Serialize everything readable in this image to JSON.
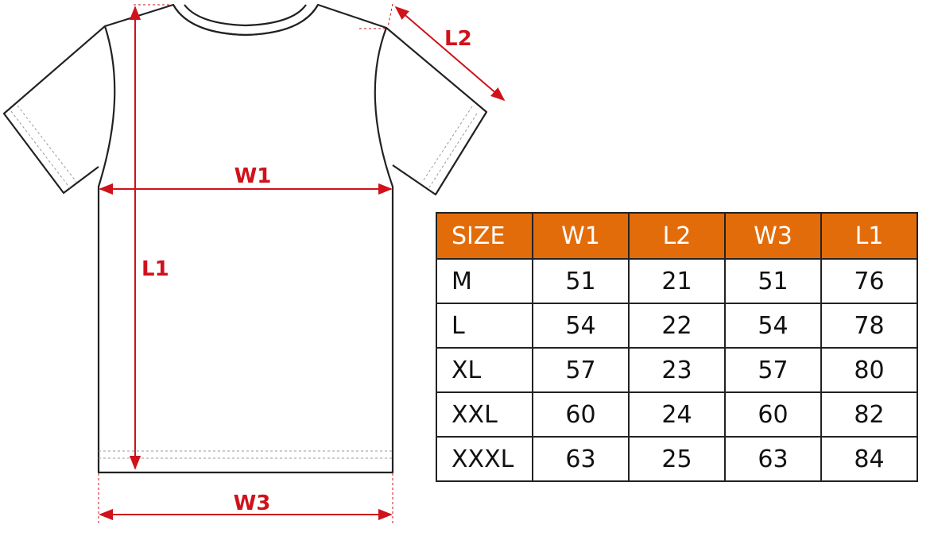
{
  "colors": {
    "accent": "#d0121b",
    "header_bg": "#e36c0a",
    "header_text": "#ffffff",
    "outline": "#222222"
  },
  "diagram": {
    "labels": {
      "w1": "W1",
      "l1": "L1",
      "l2": "L2",
      "w3": "W3"
    }
  },
  "size_table": {
    "headers": [
      "SIZE",
      "W1",
      "L2",
      "W3",
      "L1"
    ],
    "rows": [
      [
        "M",
        "51",
        "21",
        "51",
        "76"
      ],
      [
        "L",
        "54",
        "22",
        "54",
        "78"
      ],
      [
        "XL",
        "57",
        "23",
        "57",
        "80"
      ],
      [
        "XXL",
        "60",
        "24",
        "60",
        "82"
      ],
      [
        "XXXL",
        "63",
        "25",
        "63",
        "84"
      ]
    ]
  }
}
